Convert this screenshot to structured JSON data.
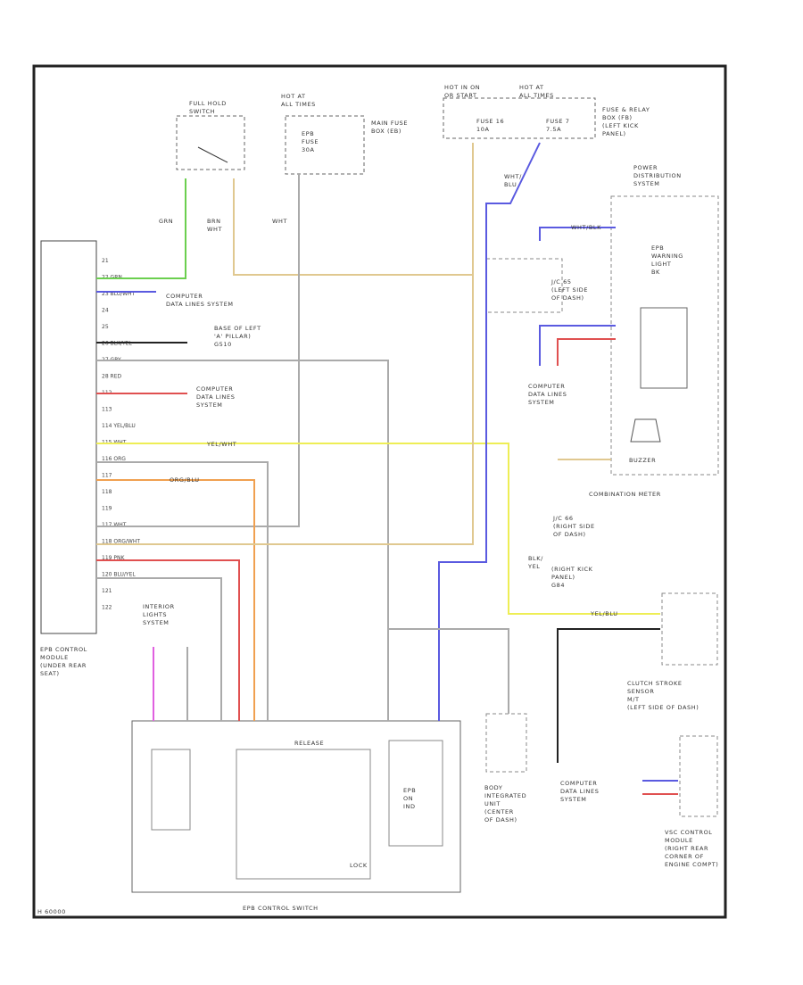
{
  "diagram": {
    "footer_code": "H 60000",
    "colors": {
      "grn": "#6bcf4f",
      "blu": "#5a5ae0",
      "red": "#e05050",
      "yel": "#eeee55",
      "org": "#f0a050",
      "pnk": "#e060e0",
      "tan": "#e0c890",
      "gry": "#aaaaaa",
      "blk": "#222222"
    },
    "labels": {
      "epb_module": "EPB CONTROL\nMODULE\n(UNDER REAR\nSEAT)",
      "full_hold_switch": "FULL HOLD\nSWITCH",
      "hot_at_all_times_1": "HOT AT\nALL TIMES",
      "epb_fuse": "EPB\nFUSE\n30A",
      "main_fuse_box": "MAIN FUSE\nBOX (EB)",
      "hot_in_on": "HOT IN ON\nOR START",
      "hot_at_all_times_2": "HOT AT\nALL TIMES",
      "fuse_16": "FUSE 16\n10A",
      "fuse_7": "FUSE 7\n7.5A",
      "fuse_relay_box": "FUSE & RELAY\nBOX (FB)\n(LEFT KICK\nPANEL)",
      "power_distribution": "POWER\nDISTRIBUTION\nSYSTEM",
      "epb_warning_light": "EPB\nWARNING\nLIGHT\nBK",
      "computer_data_lines_1": "COMPUTER\nDATA LINES SYSTEM",
      "base_left_pillar": "BASE OF LEFT\n'A' PILLAR)\nG510",
      "computer_data_lines_2": "COMPUTER\nDATA LINES\nSYSTEM",
      "jc_right": "J/C 65\n(LEFT SIDE\nOF DASH)",
      "computer_data_lines_3": "COMPUTER\nDATA LINES\nSYSTEM",
      "buzzer": "BUZZER",
      "combination_meter": "COMBINATION METER",
      "jc_bottom": "J/C 66\n(RIGHT SIDE\nOF DASH)",
      "right_kick_ground": "(RIGHT KICK\nPANEL)\nG84",
      "interior_lights": "INTERIOR\nLIGHTS\nSYSTEM",
      "clutch_stroke_sensor": "CLUTCH STROKE\nSENSOR\nM/T\n(LEFT SIDE OF DASH)",
      "computer_data_lines_4": "COMPUTER\nDATA LINES\nSYSTEM",
      "vsc_module": "VSC CONTROL\nMODULE\n(RIGHT REAR\nCORNER OF\nENGINE COMPT)",
      "body_integrated": "BODY\nINTEGRATED\nUNIT\n(CENTER\nOF DASH)",
      "epb_on_ind": "EPB\nON\nIND",
      "release": "RELEASE",
      "lock": "LOCK",
      "epb_control_switch": "EPB CONTROL SWITCH",
      "wire_brn_wht": "BRN\nWHT",
      "wire_grn": "GRN",
      "wire_wht": "WHT",
      "wire_wht_blu": "WHT/\nBLU",
      "wire_yel_wht": "YEL/WHT",
      "wire_yel_blu": "YEL/BLU",
      "wire_wht_blk": "WHT/BLK",
      "wire_org": "ORG",
      "wire_org_blu": "ORG/BLU",
      "wire_blk": "BLK/\nYEL"
    },
    "module_pins": [
      "21",
      "22 GRN",
      "23 BLU/WHT",
      "24",
      "25",
      "26 BLK/YEL",
      "27 GRY",
      "28 RED",
      "112",
      "113",
      "114 YEL/BLU",
      "115 WHT",
      "116 ORG",
      "117",
      "118",
      "119",
      "117 WHT",
      "118 ORG/WHT",
      "119 PNK",
      "120 BLU/YEL",
      "121",
      "122"
    ]
  }
}
